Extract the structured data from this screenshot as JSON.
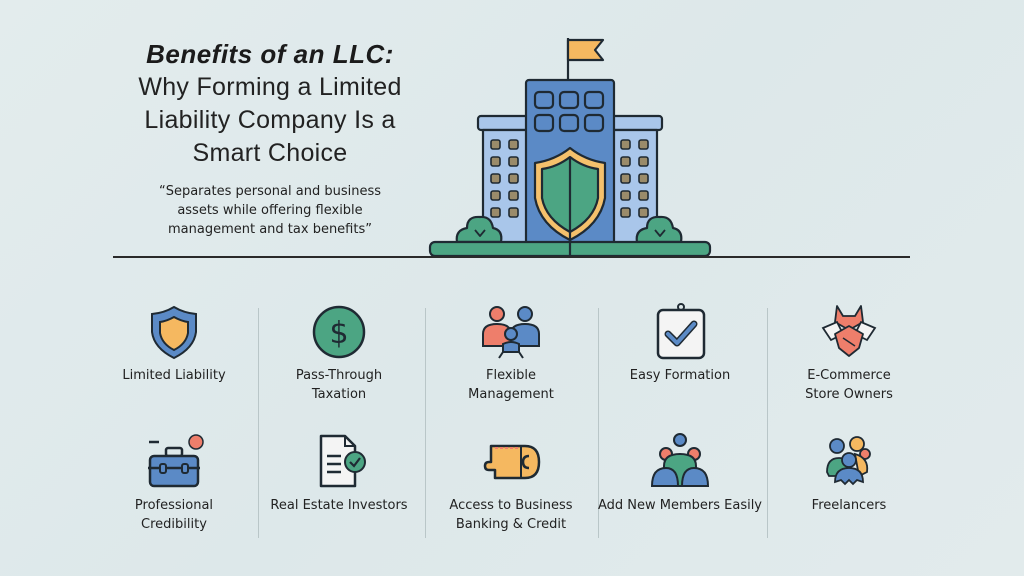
{
  "header": {
    "title_bold": "Benefits of an LLC:",
    "title_lines": [
      "Why Forming a Limited",
      "Liability Company Is a",
      "Smart Choice"
    ],
    "quote_lines": [
      "“Separates personal and business",
      "assets while offering flexible",
      "management and tax benefits”"
    ]
  },
  "illustration": {
    "name": "building-with-shield",
    "colors": {
      "building": "#5b8ac6",
      "side": "#a9c6ea",
      "shield": "#4ca583",
      "shield_border": "#f5c16c",
      "flag": "#f5b860",
      "bush": "#4ca583"
    }
  },
  "benefits": [
    {
      "label_lines": [
        "Limited Liability"
      ],
      "icon": "shield-icon"
    },
    {
      "label_lines": [
        "Pass-Through",
        "Taxation"
      ],
      "icon": "dollar-coin-icon"
    },
    {
      "label_lines": [
        "Flexible",
        "Management"
      ],
      "icon": "family-group-icon"
    },
    {
      "label_lines": [
        "Easy Formation"
      ],
      "icon": "checklist-icon"
    },
    {
      "label_lines": [
        "E-Commerce",
        "Store Owners"
      ],
      "icon": "fox-handshake-icon"
    },
    {
      "label_lines": [
        "Professional",
        "Credibility"
      ],
      "icon": "briefcase-icon"
    },
    {
      "label_lines": [
        "Real Estate Investors"
      ],
      "icon": "document-check-icon"
    },
    {
      "label_lines": [
        "Access to Business",
        "Banking & Credit"
      ],
      "icon": "wallet-icon"
    },
    {
      "label_lines": [
        "Add New Members Easily"
      ],
      "icon": "team-icon"
    },
    {
      "label_lines": [
        "Freelancers"
      ],
      "icon": "people-cluster-icon"
    }
  ]
}
